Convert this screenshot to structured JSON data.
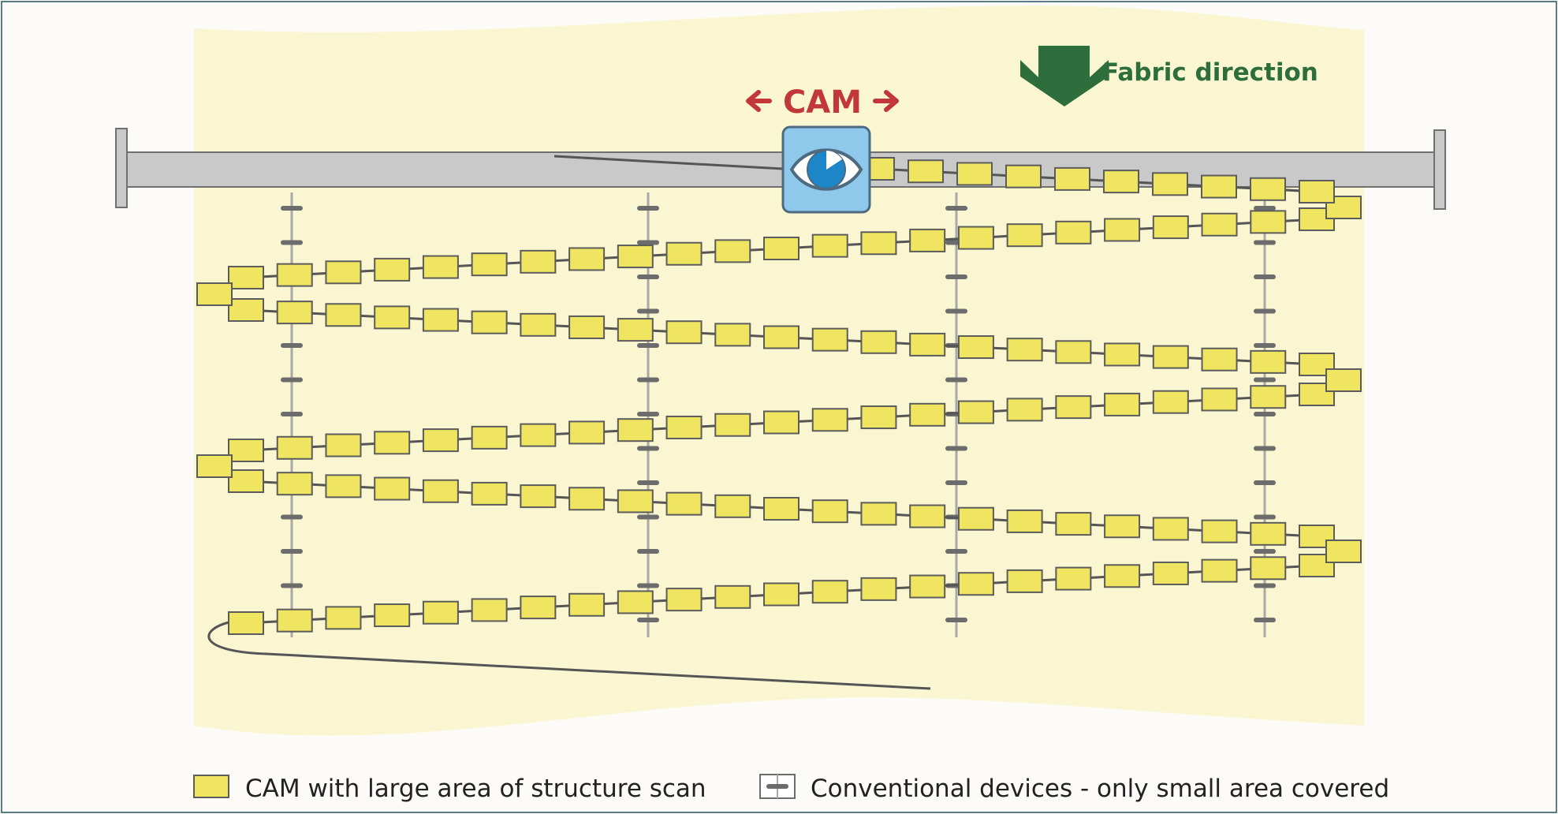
{
  "header": {
    "cam_label": "CAM",
    "fabric_direction_label": "Fabric direction"
  },
  "legend": {
    "cam_label": "CAM with large area of structure scan",
    "conventional_label": "Conventional devices - only small area covered"
  },
  "colors": {
    "frame_border": "#5a7a86",
    "page_background": "#fdfbf8",
    "fabric": "#fbf6d2",
    "sensor_fill": "#f0e560",
    "sensor_stroke": "#5c5c5c",
    "track_line": "#555555",
    "rail_fill": "#c9c9c9",
    "rail_stroke": "#707070",
    "camera_box": "#8ec8ea",
    "camera_border": "#4d6a80",
    "eye_iris": "#1d86c9",
    "cam_arrow": "#c1373a",
    "fabric_arrow": "#2e6e3c",
    "conventional_line": "#a8a8a8",
    "conventional_tick": "#6c6c6c"
  },
  "icons": {
    "camera": "eye-icon",
    "cam_move": "double-arrow-horizontal-icon",
    "fabric": "arrow-down-icon",
    "conventional": "tick-marker-icon",
    "cam_sensor": "yellow-square-icon"
  }
}
